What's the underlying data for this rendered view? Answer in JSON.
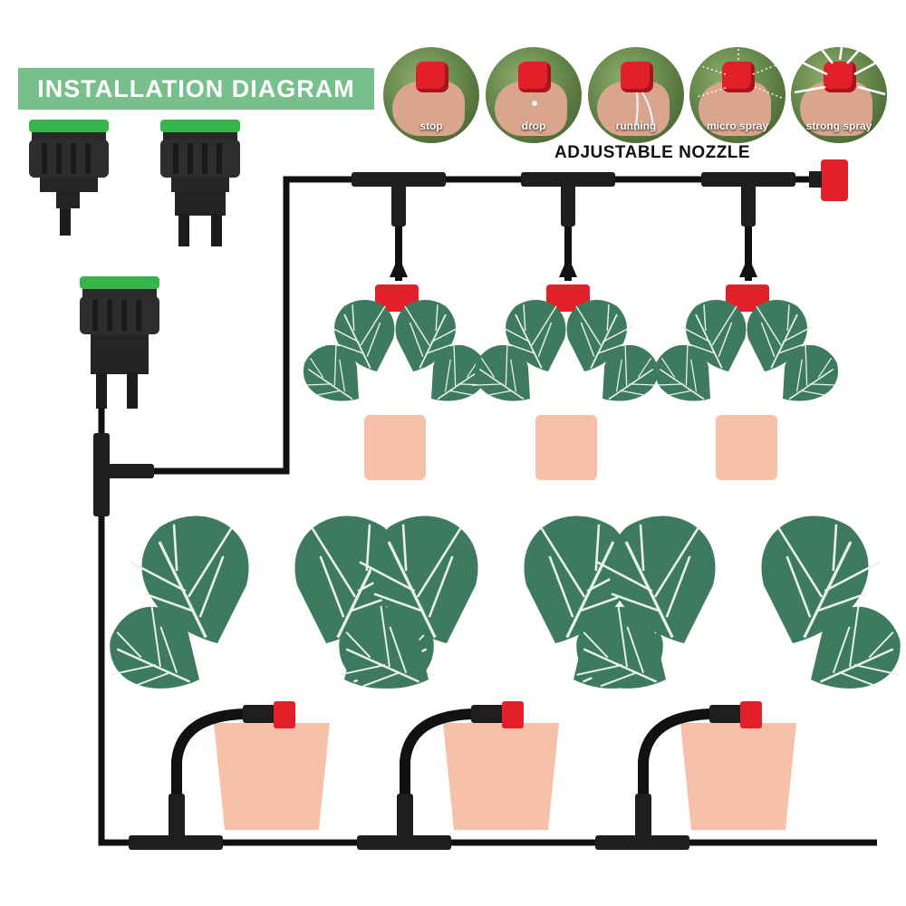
{
  "title": "INSTALLATION DIAGRAM",
  "nozzle_section": {
    "heading": "ADJUSTABLE NOZZLE",
    "modes": [
      {
        "label": "stop"
      },
      {
        "label": "drop"
      },
      {
        "label": "running"
      },
      {
        "label": "micro spray"
      },
      {
        "label": "strong spray"
      }
    ]
  },
  "colors": {
    "banner": "#77c08b",
    "tube": "#111111",
    "nozzle_red": "#e12029",
    "adapter_green": "#3fb74b",
    "leaf": "#3e7a5f",
    "pot": "#f6c1a8"
  },
  "components": {
    "tap_adapters": [
      "single-outlet-tap-adapter",
      "double-outlet-tap-adapter",
      "mounted-double-outlet-tap-adapter"
    ],
    "upper_row_nozzles": 3,
    "end_nozzle": 1,
    "upper_row_plants": 3,
    "lower_row_plants": 3
  }
}
